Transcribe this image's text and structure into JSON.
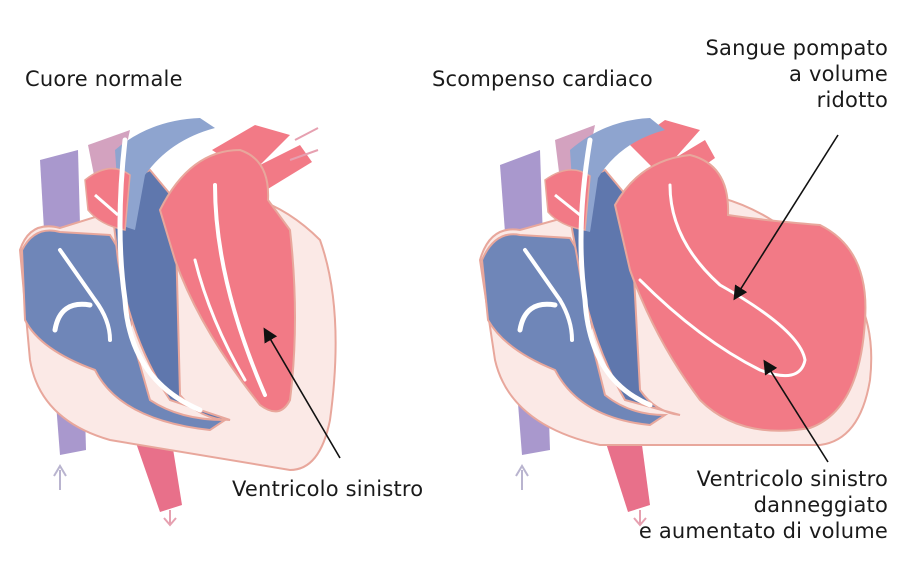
{
  "panels": [
    {
      "id": "normal",
      "title": "Cuore normale",
      "annotations": [
        {
          "id": "left-ventricle",
          "lines": [
            "Ventricolo sinistro"
          ]
        }
      ]
    },
    {
      "id": "heart-failure",
      "title": "Scompenso cardiaco",
      "annotations": [
        {
          "id": "reduced-output",
          "lines": [
            "Sangue pompato",
            "a volume",
            "ridotto"
          ]
        },
        {
          "id": "damaged-ventricle",
          "lines": [
            "Ventricolo sinistro",
            "danneggiato",
            "e aumentato di volume"
          ]
        }
      ]
    }
  ],
  "colors": {
    "oxygenated": "#f27a86",
    "oxygenated_dark": "#e85a6c",
    "deoxygenated": "#6f86b8",
    "deoxygenated_light": "#9fb2d8",
    "vein_purple": "#9a86c4",
    "muscle": "#fbe9e6",
    "outline": "#e8a79c",
    "flow": "#ffffff",
    "text": "#1a1a1a"
  }
}
